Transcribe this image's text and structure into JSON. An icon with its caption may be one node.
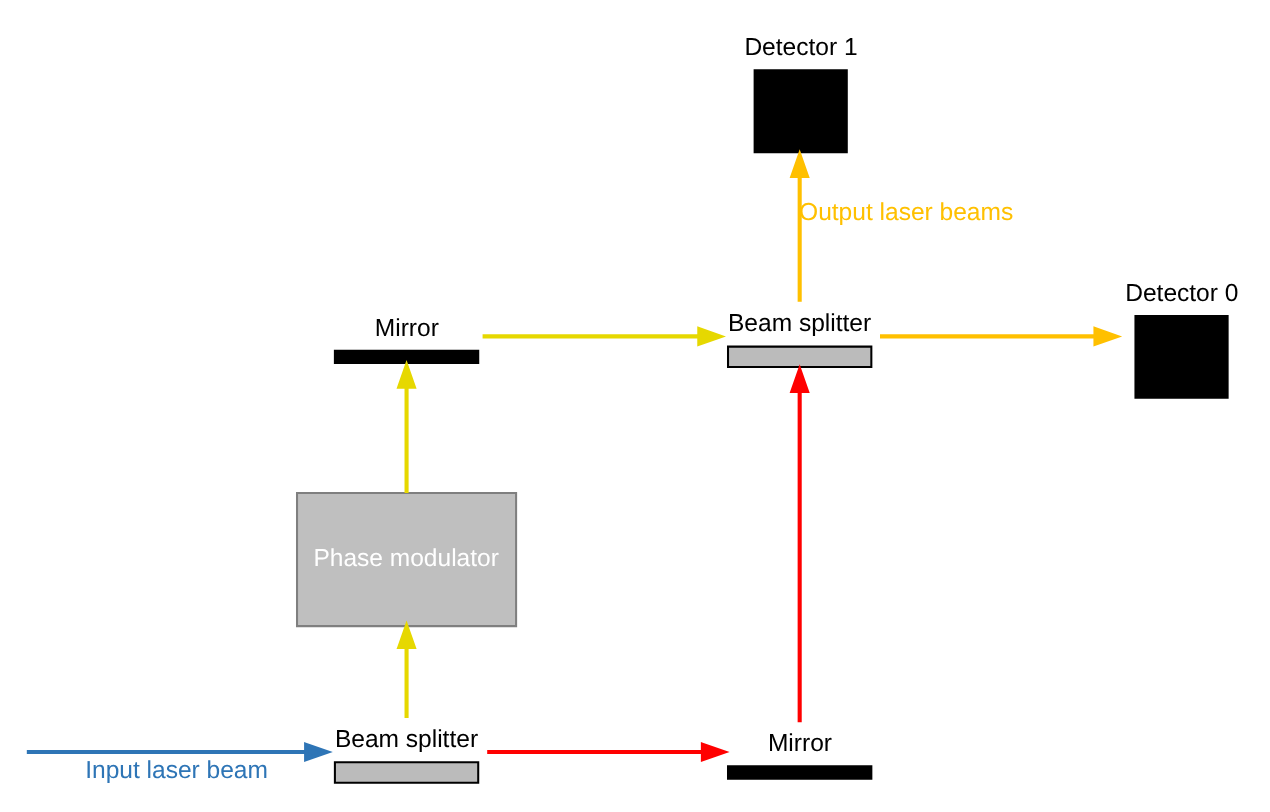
{
  "diagram": {
    "nodes": [
      {
        "text": [
          "Detector 1"
        ]
      },
      {
        "text": [
          "Mirror"
        ]
      },
      {
        "text": [
          "Beam splitter"
        ]
      },
      {
        "text": [
          "Detector 0"
        ]
      },
      {
        "text": [
          "Phase modulator"
        ]
      },
      {
        "text": [
          "Beam splitter"
        ]
      },
      {
        "text": [
          "Mirror"
        ]
      }
    ],
    "edges": [
      {
        "from": null,
        "to": 5,
        "arrow": "to",
        "label": "Input laser beam",
        "color": "#2e75b6"
      },
      {
        "from": 5,
        "to": 4,
        "arrow": "to",
        "color": "#e6d800"
      },
      {
        "from": 4,
        "to": 1,
        "arrow": "to",
        "color": "#e6d800"
      },
      {
        "from": 1,
        "to": 2,
        "arrow": "to",
        "color": "#e6d800"
      },
      {
        "from": 5,
        "to": 6,
        "arrow": "to",
        "color": "#ff0000"
      },
      {
        "from": 6,
        "to": 2,
        "arrow": "to",
        "color": "#ff0000"
      },
      {
        "from": 2,
        "to": 0,
        "arrow": "to",
        "label": "Output laser beams",
        "color": "#ffc000"
      },
      {
        "from": 2,
        "to": 3,
        "arrow": "to",
        "color": "#ffc000"
      }
    ]
  }
}
